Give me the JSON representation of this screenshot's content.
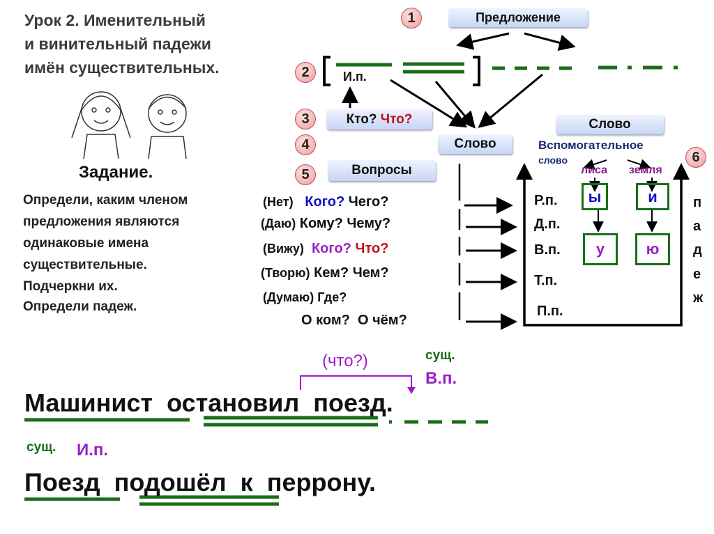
{
  "title": {
    "line1": "Урок 2.    Именительный",
    "line2": "и винительный падежи",
    "line3": "имён существительных."
  },
  "task": {
    "heading": "Задание.",
    "lines": [
      "Определи, каким членом",
      "предложения  являются",
      "одинаковые имена",
      "существительные.",
      "Подчеркни  их.",
      "Определи падеж."
    ]
  },
  "steps": [
    "1",
    "2",
    "3",
    "4",
    "5",
    "6"
  ],
  "diagram": {
    "sentence_box": "Предложение",
    "subject_label": "И.п.",
    "who_what": {
      "who": "Кто?",
      "what": "Что?"
    },
    "word_box": "Слово",
    "questions_box": "Вопросы",
    "word_box_right": "Слово",
    "auxiliary": "Вспомогательное",
    "auxiliary_word": "слово",
    "example1": "лиса",
    "example2": "земля",
    "endings": {
      "r1": "ы",
      "r2": "и",
      "v1": "у",
      "v2": "ю"
    },
    "questions": [
      {
        "verb": "(Нет)",
        "q1": "Кого?",
        "q2": "Чего?"
      },
      {
        "verb": "(Даю)",
        "q1": "Кому?",
        "q2": "Чему?"
      },
      {
        "verb": "(Вижу)",
        "q1": "Кого?",
        "q2": "Что?"
      },
      {
        "verb": "(Творю)",
        "q1": "Кем?",
        "q2": "Чем?"
      },
      {
        "verb": "(Думаю)",
        "q1": "Где?",
        "q2": ""
      },
      {
        "verb": "",
        "q1": "О ком?",
        "q2": "О чём?"
      }
    ],
    "cases": [
      "Р.п.",
      "Д.п.",
      "В.п.",
      "Т.п.",
      "П.п."
    ],
    "vertical_word": [
      "п",
      "а",
      "д",
      "е",
      "ж"
    ]
  },
  "examples": {
    "question": "(что?)",
    "noun1": "сущ.",
    "case1": "В.п.",
    "sentence1": [
      "Машинист",
      "остановил",
      "поезд."
    ],
    "noun2": "сущ.",
    "case2": "И.п.",
    "sentence2": [
      "Поезд",
      "подошёл",
      "к",
      "перрону."
    ]
  },
  "colors": {
    "green": "#1a6e1a",
    "purple": "#9b1fc9",
    "red": "#c0101a",
    "blue": "#1010c0",
    "navy": "#1a2a70"
  }
}
